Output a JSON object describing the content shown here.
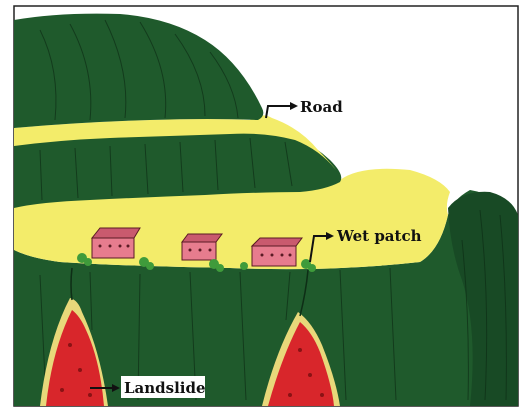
{
  "labels": {
    "road": "Road",
    "wet_patch": "Wet patch",
    "landslide": "Landslide"
  },
  "colors": {
    "vegetation": "#1f5a2c",
    "vegetation_dark": "#153f1f",
    "road": "#f3ec6a",
    "house": "#e77c8e",
    "landslide": "#d8262b",
    "landslide_edge": "#e8d87a",
    "bush": "#3f9b3b"
  },
  "icons": [
    "arrow-icon",
    "house-icon",
    "bush-icon"
  ]
}
